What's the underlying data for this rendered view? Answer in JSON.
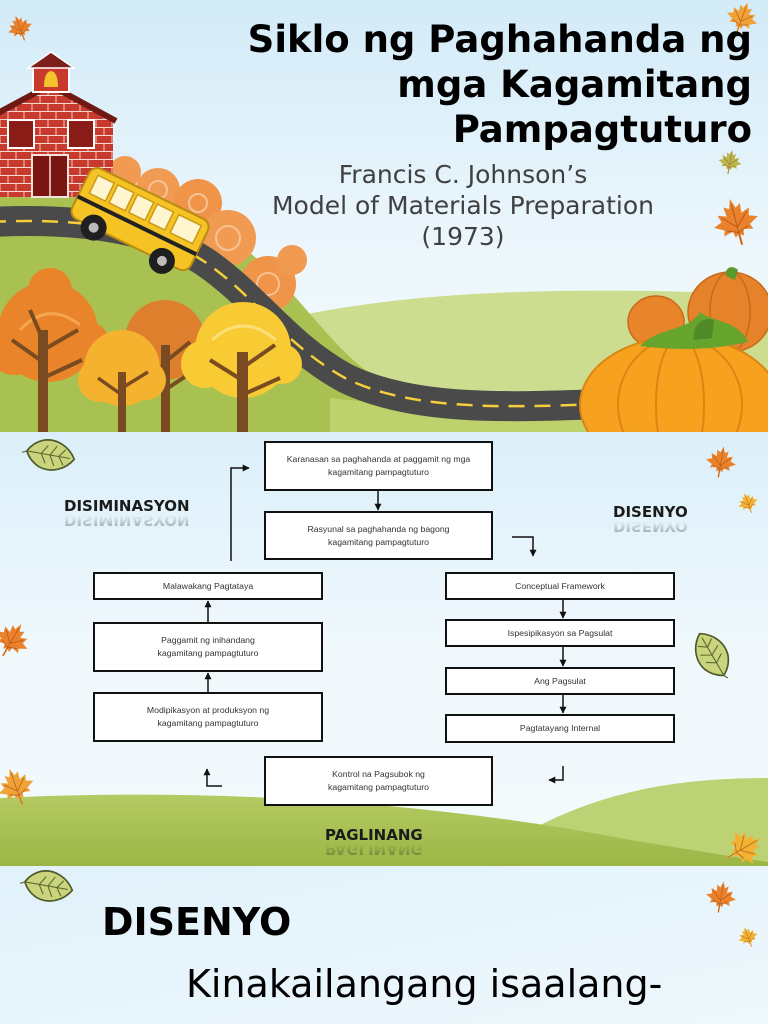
{
  "title_slide": {
    "title_lines": [
      "Siklo ng Paghahanda ng",
      "mga Kagamitang",
      "Pampagtuturo"
    ],
    "subtitle_lines": [
      "Francis C. Johnson’s",
      "Model of Materials Preparation",
      "(1973)"
    ]
  },
  "diagram_slide": {
    "phase_labels": {
      "dissemination": "DISIMINASYON",
      "design": "DISENYO",
      "development": "PAGLINANG"
    },
    "boxes": {
      "karanasan": [
        "Karanasan sa paghahanda at paggamit ng mga",
        "kagamitang pampagtuturo"
      ],
      "rasyunal": [
        "Rasyunal sa paghahanda ng bagong",
        "kagamitang pampagtuturo"
      ],
      "conceptual_framework": [
        "Conceptual Framework"
      ],
      "ispesipikasyon": [
        "Ispesipikasyon sa Pagsulat"
      ],
      "ang_pagsulat": [
        "Ang Pagsulat"
      ],
      "pagtatayang_internal": [
        "Pagtatayang Internal"
      ],
      "kontrol": [
        "Kontrol na Pagsubok ng",
        "kagamitang pampagtuturo"
      ],
      "modipikasyon": [
        "Modipikasyon at produksyon ng",
        "kagamitang pampagtuturo"
      ],
      "paggamit": [
        "Paggamit ng inihandang",
        "kagamitang pampagtuturo"
      ],
      "malawakang_pagtataya": [
        "Malawakang Pagtataya"
      ]
    }
  },
  "text_slide": {
    "heading": "DISENYO",
    "body_line": "Kinakailangang isaalang-"
  },
  "colors": {
    "sky": "#d6edf9",
    "grass": "#a9c152",
    "road": "#4a4a4a",
    "road_line": "#f4cf3a",
    "title_text": "#000000",
    "subtitle_text": "#404040",
    "box_border": "#111111",
    "maple_leaf": "#e9822b",
    "pumpkin": "#f6a21f"
  },
  "icons": [
    "school-house-icon",
    "school-bus-icon",
    "autumn-tree-icon",
    "autumn-bush-icon",
    "pumpkin-icon",
    "maple-leaf-icon",
    "green-leaf-icon",
    "arrow-icon"
  ]
}
